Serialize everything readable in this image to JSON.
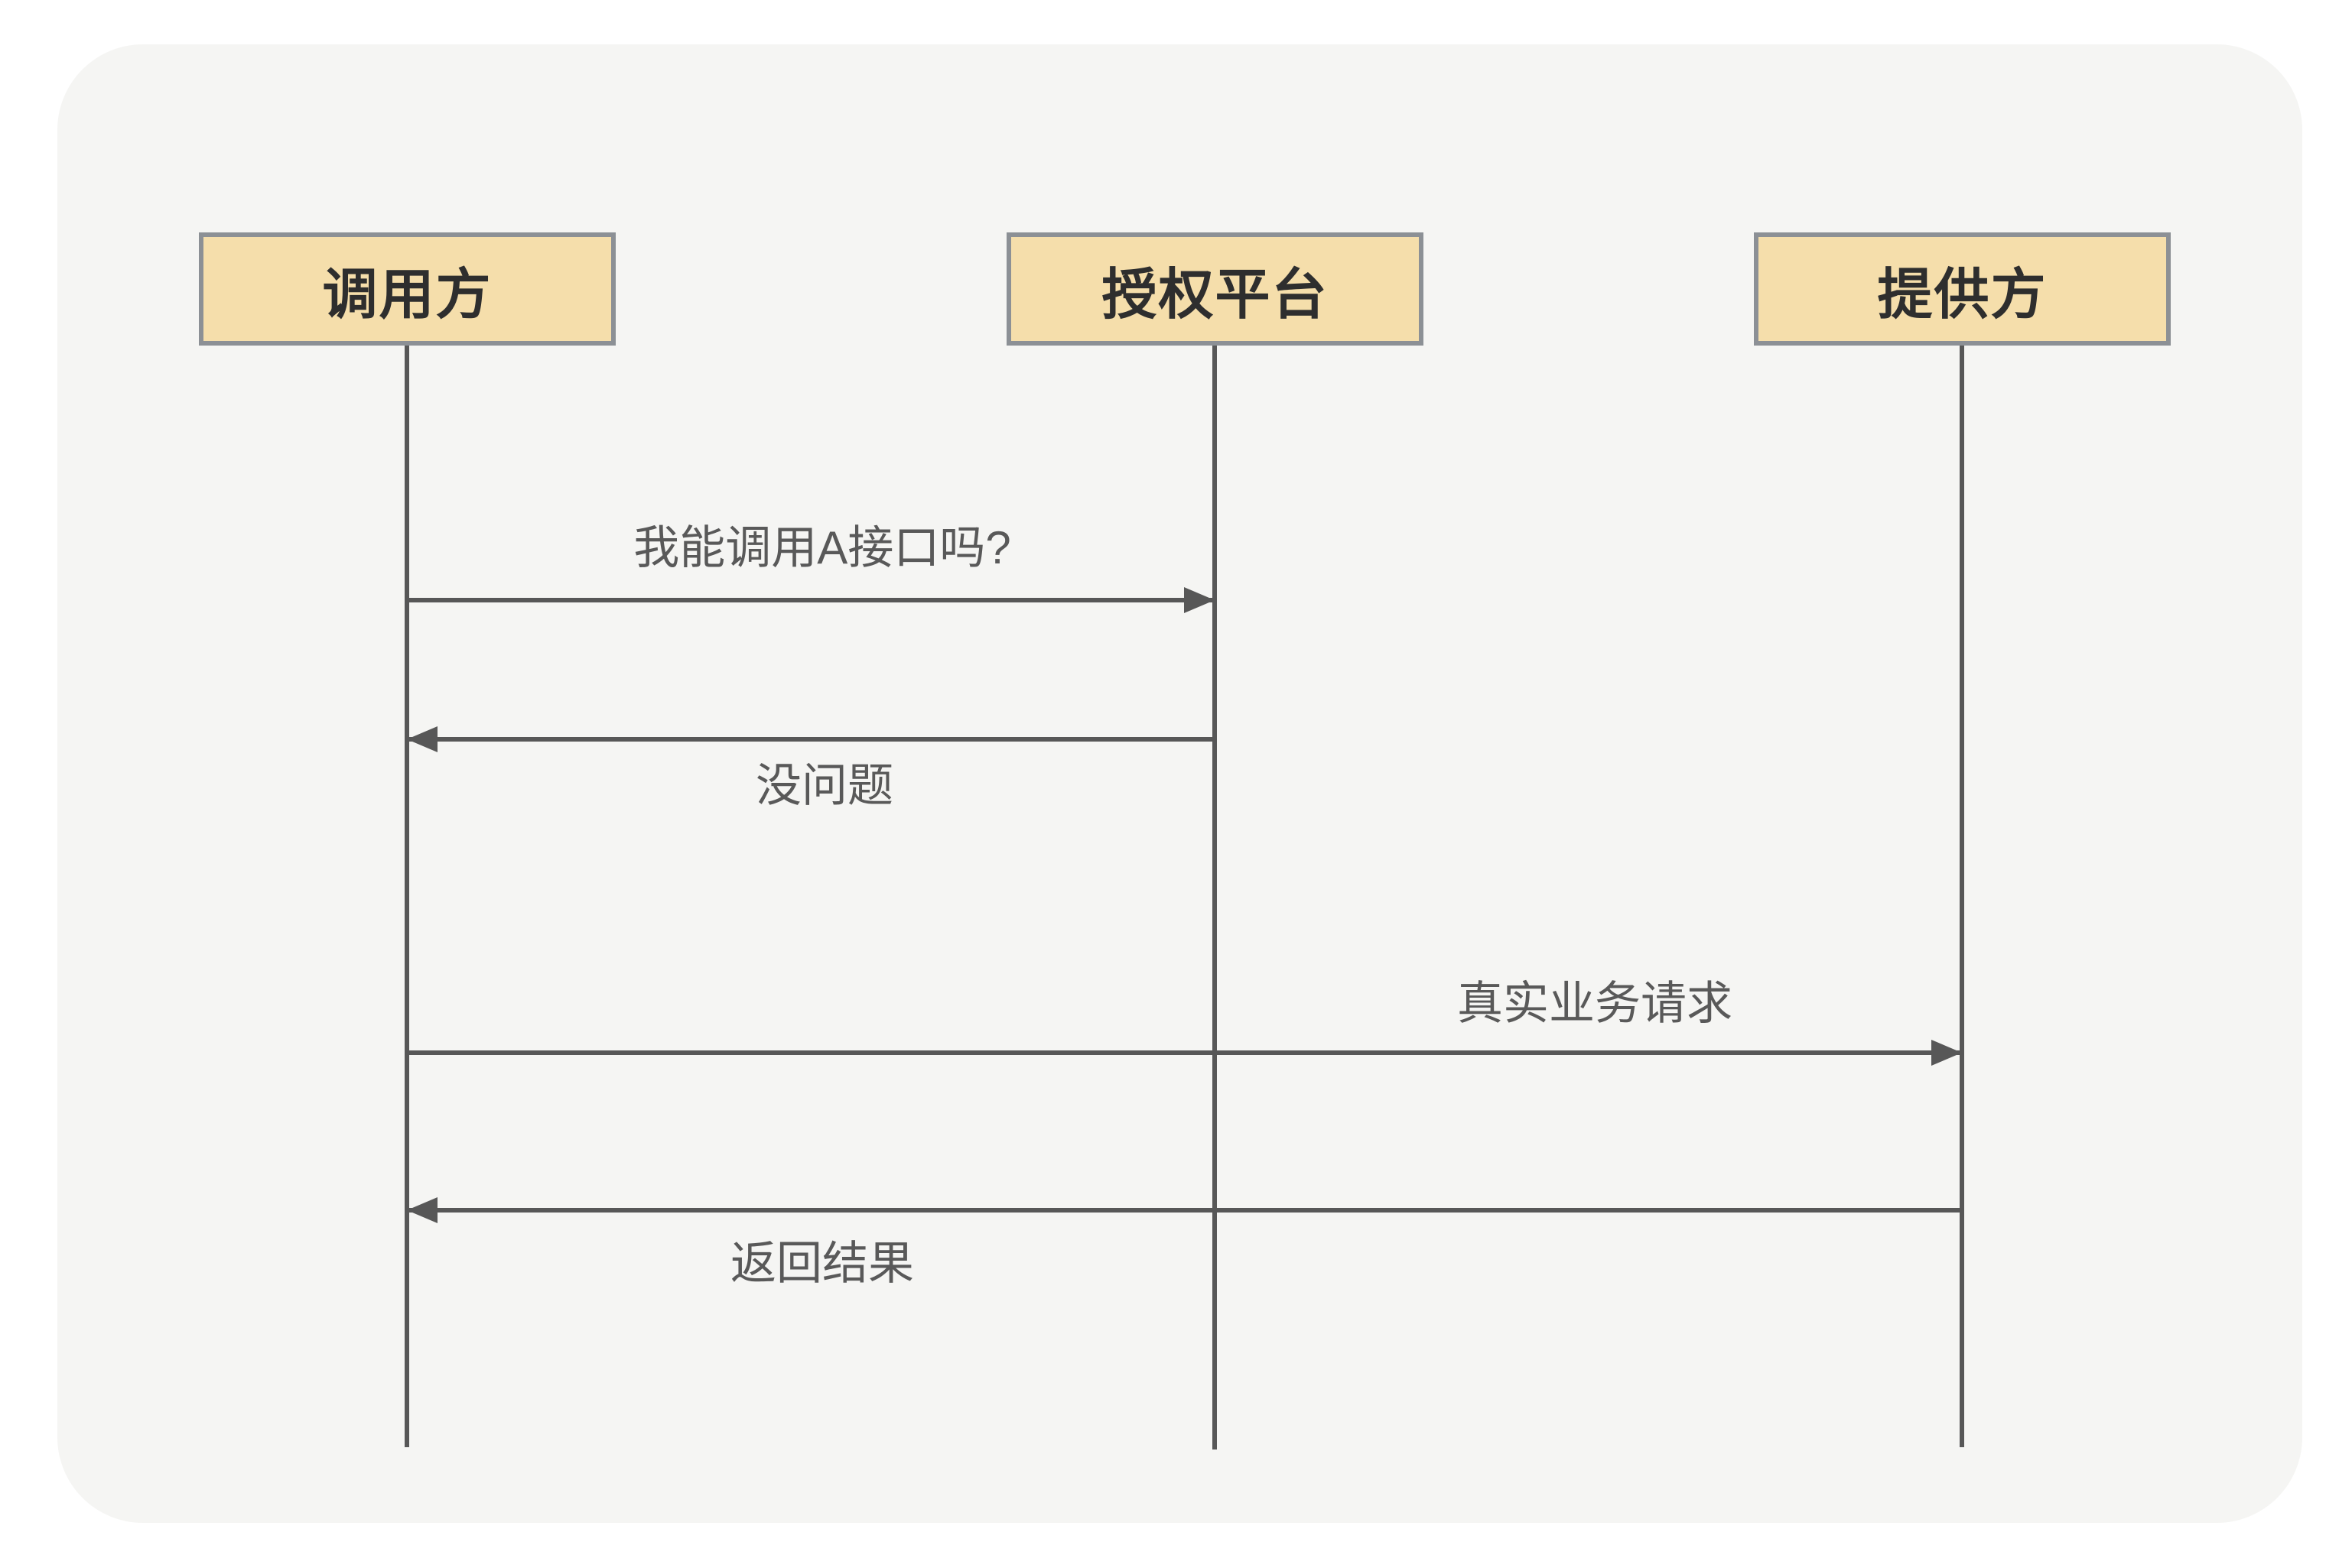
{
  "diagram": {
    "type": "sequence-diagram",
    "actors": [
      {
        "id": "caller",
        "label": "调用方"
      },
      {
        "id": "platform",
        "label": "授权平台"
      },
      {
        "id": "provider",
        "label": "提供方"
      }
    ],
    "messages": [
      {
        "from": "caller",
        "to": "platform",
        "direction": "right",
        "label": "我能调用A接口吗?"
      },
      {
        "from": "platform",
        "to": "caller",
        "direction": "left",
        "label": "没问题"
      },
      {
        "from": "caller",
        "to": "provider",
        "direction": "right",
        "label": "真实业务请求"
      },
      {
        "from": "provider",
        "to": "caller",
        "direction": "left",
        "label": "返回结果"
      }
    ],
    "colors": {
      "page_bg": "#FFFFFF",
      "canvas_bg": "#F5F5F3",
      "actor_fill": "#F5DEAB",
      "actor_border": "#8C9095",
      "actor_text": "#2E2E2E",
      "line": "#575757",
      "label_text": "#595959"
    }
  }
}
